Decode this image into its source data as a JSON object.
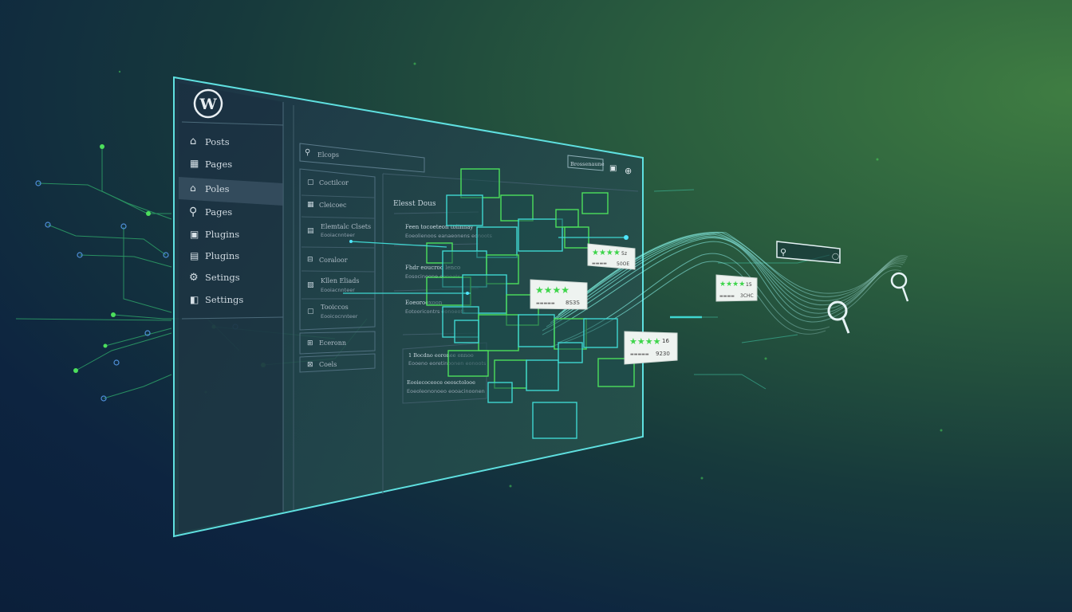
{
  "sidebar": {
    "items": [
      {
        "label": "Posts",
        "icon": "pin-icon"
      },
      {
        "label": "Pages",
        "icon": "pages-icon"
      },
      {
        "label": "Poles",
        "icon": "home-icon"
      },
      {
        "label": "Pages",
        "icon": "search-icon"
      },
      {
        "label": "Plugins",
        "icon": "plugin-icon"
      },
      {
        "label": "Plugins",
        "icon": "layout-icon"
      },
      {
        "label": "Setings",
        "icon": "gear-icon"
      },
      {
        "label": "Settings",
        "icon": "settings-box-icon"
      }
    ]
  },
  "search": {
    "value": "Elcops"
  },
  "header": {
    "button_label": "Brossenaune"
  },
  "submenu": {
    "items": [
      {
        "label": "Coctilcor"
      },
      {
        "label": "Cleicoec"
      },
      {
        "label": "Elemtalc Clsets",
        "sub": "Eooiacnnteer"
      },
      {
        "label": "Coraloor"
      },
      {
        "label": "Kllen Eliads",
        "sub": "Eooiacnnteer"
      },
      {
        "label": "Tooiccos",
        "sub": "Eooicocnnteer"
      },
      {
        "label": "Eceronn"
      },
      {
        "label": "Coels"
      }
    ]
  },
  "content": {
    "heading": "Elesst Dous",
    "lines": [
      {
        "title": "Feen tocoeteon tolinnay",
        "sub": "Eoeolienoos eanaeonens eonoots"
      },
      {
        "title": "Fhdr eoucroo lenco",
        "sub": "Eosocinoone eonoats"
      },
      {
        "title": "Eoeorooxoon",
        "sub": "Eotooricontrs eonoeots"
      },
      {
        "title": "1 Bocdno eoronee onnoo",
        "sub": "Eooeno eoretinoonen eonoots"
      },
      {
        "title": "Eooiecoceoce oeosctolooe",
        "sub": "Eoeoleononoeo eooacinoonen"
      }
    ]
  },
  "review_cards": [
    {
      "stars": "★★★★",
      "rating": "5z",
      "code": "50OE"
    },
    {
      "stars": "★★★★",
      "rating": "",
      "code": "8S3S"
    },
    {
      "stars": "★★★★",
      "rating": "15",
      "code": "3CHC"
    },
    {
      "stars": "★★★★",
      "rating": "16",
      "code": "9230"
    }
  ],
  "colors": {
    "accent_green": "#4cdf5c",
    "accent_cyan": "#3fd6d0",
    "panel_border": "#5fe0e0"
  }
}
